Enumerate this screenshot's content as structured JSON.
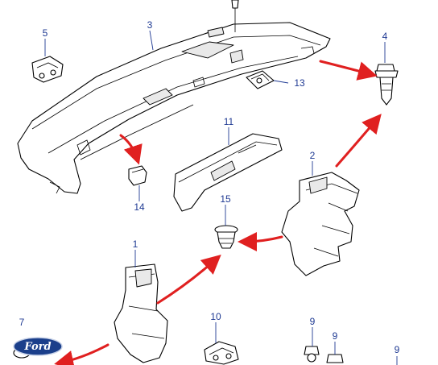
{
  "diagram": {
    "accent_color": "#e02020",
    "label_color": "#1f3a93",
    "logo_text": "Ford",
    "callouts": {
      "c3": "3",
      "c5": "5",
      "c4": "4",
      "c13": "13",
      "c11": "11",
      "c2": "2",
      "c14": "14",
      "c15": "15",
      "c1": "1",
      "c7": "7",
      "c10": "10",
      "c9a": "9",
      "c9b": "9",
      "c9c": "9"
    }
  }
}
